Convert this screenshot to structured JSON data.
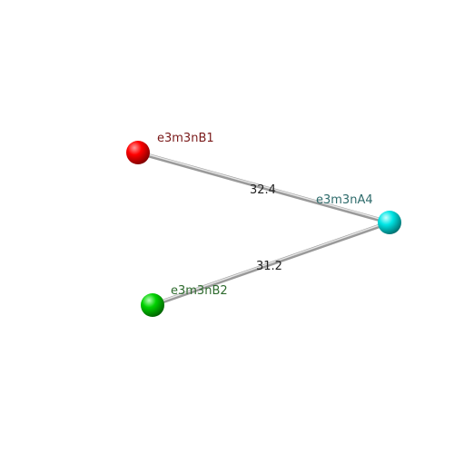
{
  "nodes": [
    {
      "id": "e3m3nB1",
      "label": "e3m3nB1",
      "color": "#ff0000",
      "label_color": "#7a1a1a"
    },
    {
      "id": "e3m3nA4",
      "label": "e3m3nA4",
      "color": "#00e5e5",
      "label_color": "#2e6b6b"
    },
    {
      "id": "e3m3nB2",
      "label": "e3m3nB2",
      "color": "#00d200",
      "label_color": "#2e6b2e"
    }
  ],
  "edges": [
    {
      "from": "e3m3nB1",
      "to": "e3m3nA4",
      "label": "32.4"
    },
    {
      "from": "e3m3nB2",
      "to": "e3m3nA4",
      "label": "31.2"
    }
  ]
}
